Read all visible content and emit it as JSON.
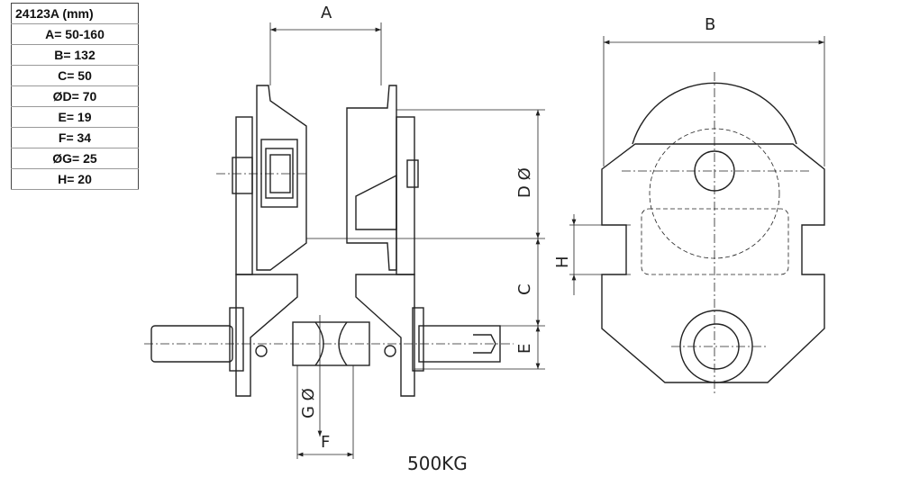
{
  "spec_table": {
    "header": "24123A  (mm)",
    "rows": [
      "A= 50-160",
      "B= 132",
      "C= 50",
      "ØD= 70",
      "E= 19",
      "F= 34",
      "ØG= 25",
      "H= 20"
    ]
  },
  "dimensions": {
    "A": "A",
    "B": "B",
    "C": "C",
    "D": "D Ø",
    "E": "E",
    "F": "F",
    "G": "G Ø",
    "H": "H"
  },
  "caption": "500KG"
}
